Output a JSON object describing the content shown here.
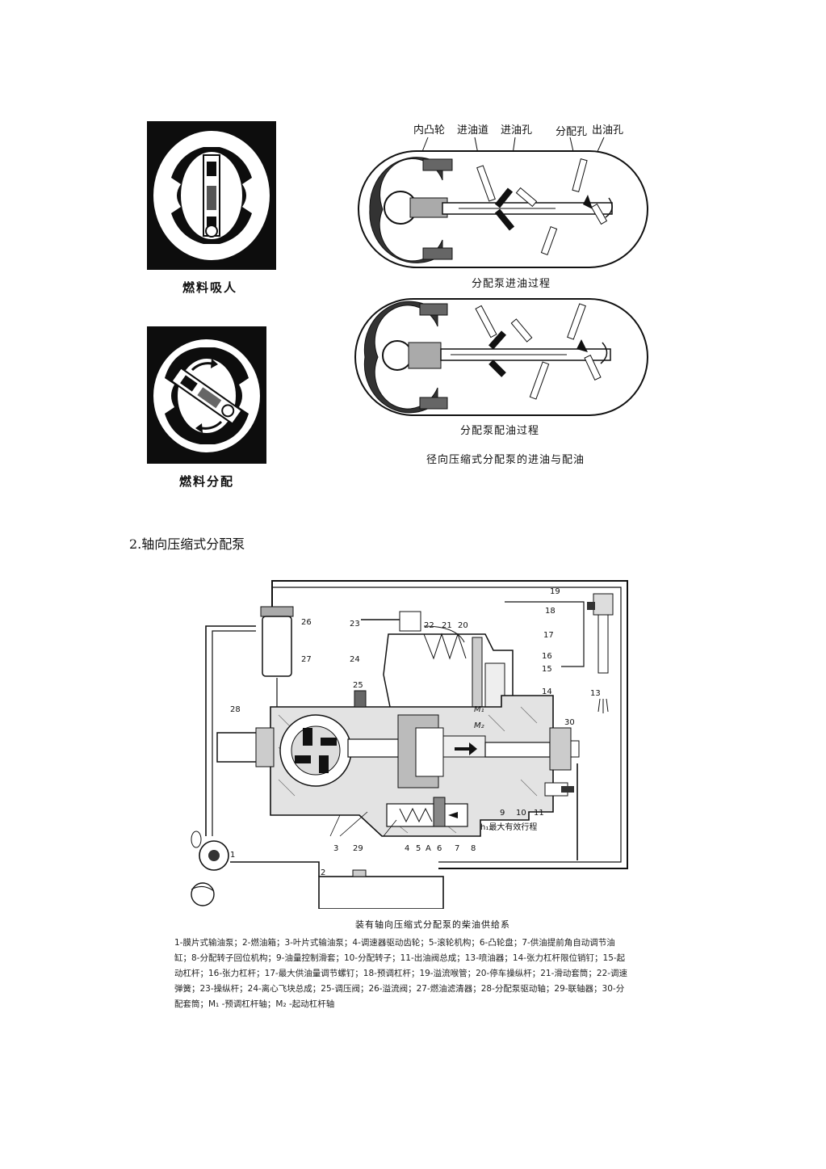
{
  "figure1": {
    "panel_top_label": "燃料吸人",
    "panel_bottom_label": "燃料分配",
    "labels": {
      "inner_cam": "内凸轮",
      "inlet_passage": "进油道",
      "inlet_hole": "进油孔",
      "distribution_hole": "分配孔",
      "outlet_hole": "出油孔"
    },
    "caption_intake": "分配泵进油过程",
    "caption_distribution": "分配泵配油过程",
    "caption_main": "径向压缩式分配泵的进油与配油"
  },
  "section2": {
    "heading": "2.轴向压缩式分配泵"
  },
  "figure2": {
    "part_numbers": [
      "1",
      "2",
      "3",
      "4",
      "5",
      "A",
      "6",
      "7",
      "8",
      "9",
      "10",
      "11",
      "13",
      "14",
      "15",
      "16",
      "17",
      "18",
      "19",
      "20",
      "21",
      "22",
      "23",
      "24",
      "25",
      "26",
      "27",
      "28",
      "29",
      "30"
    ],
    "m1": "M₁",
    "m2": "M₂",
    "h_label": "h₁最大有效行程",
    "title": "装有轴向压缩式分配泵的柴油供给系",
    "legend": [
      "1-膜片式输油泵；2-燃油箱；3-叶片式输油泵；4-调速器驱动齿轮；5-滚轮机构；6-凸轮盘；7-供油提前角自动调节油",
      "缸；8-分配转子回位机构；9-油量控制滑套；10-分配转子；11-出油阀总成；13-喷油器；14-张力杠杆限位销钉；15-起",
      "动杠杆；16-张力杠杆；17-最大供油量调节螺钉；18-预调杠杆；19-溢流喉管；20-停车操纵杆；21-滑动套筒；22-调速",
      "弹簧；23-操纵杆；24-离心飞块总成；25-调压阀；26-溢流阀；27-燃油滤清器；28-分配泵驱动轴；29-联轴器；30-分",
      "配套筒；M₁ -预调杠杆轴；M₂ -起动杠杆轴"
    ]
  },
  "colors": {
    "ink": "#111111",
    "paper": "#ffffff",
    "gray": "#9a9a9a"
  }
}
